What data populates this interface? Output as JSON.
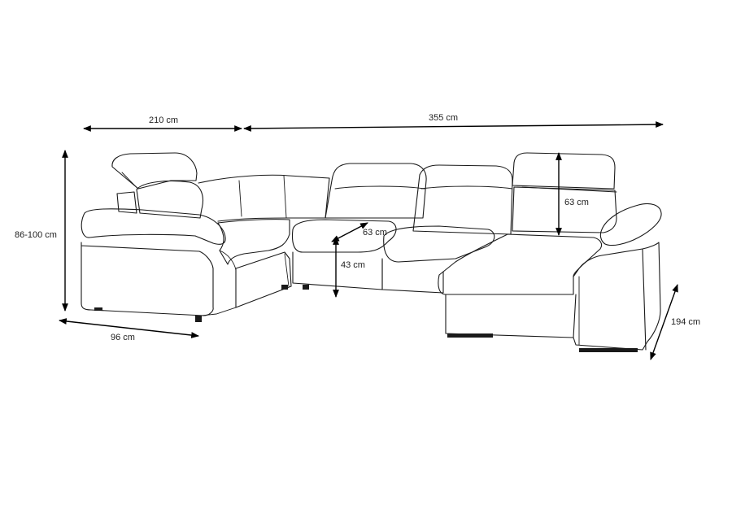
{
  "dimensions": {
    "width_left": "210 cm",
    "width_right": "355 cm",
    "height": "86-100 cm",
    "depth_left": "96 cm",
    "seat_depth": "63 cm",
    "seat_height": "43 cm",
    "back_height": "63 cm",
    "depth_right": "194 cm"
  },
  "colors": {
    "line": "#1a1a1a",
    "background": "#ffffff"
  }
}
